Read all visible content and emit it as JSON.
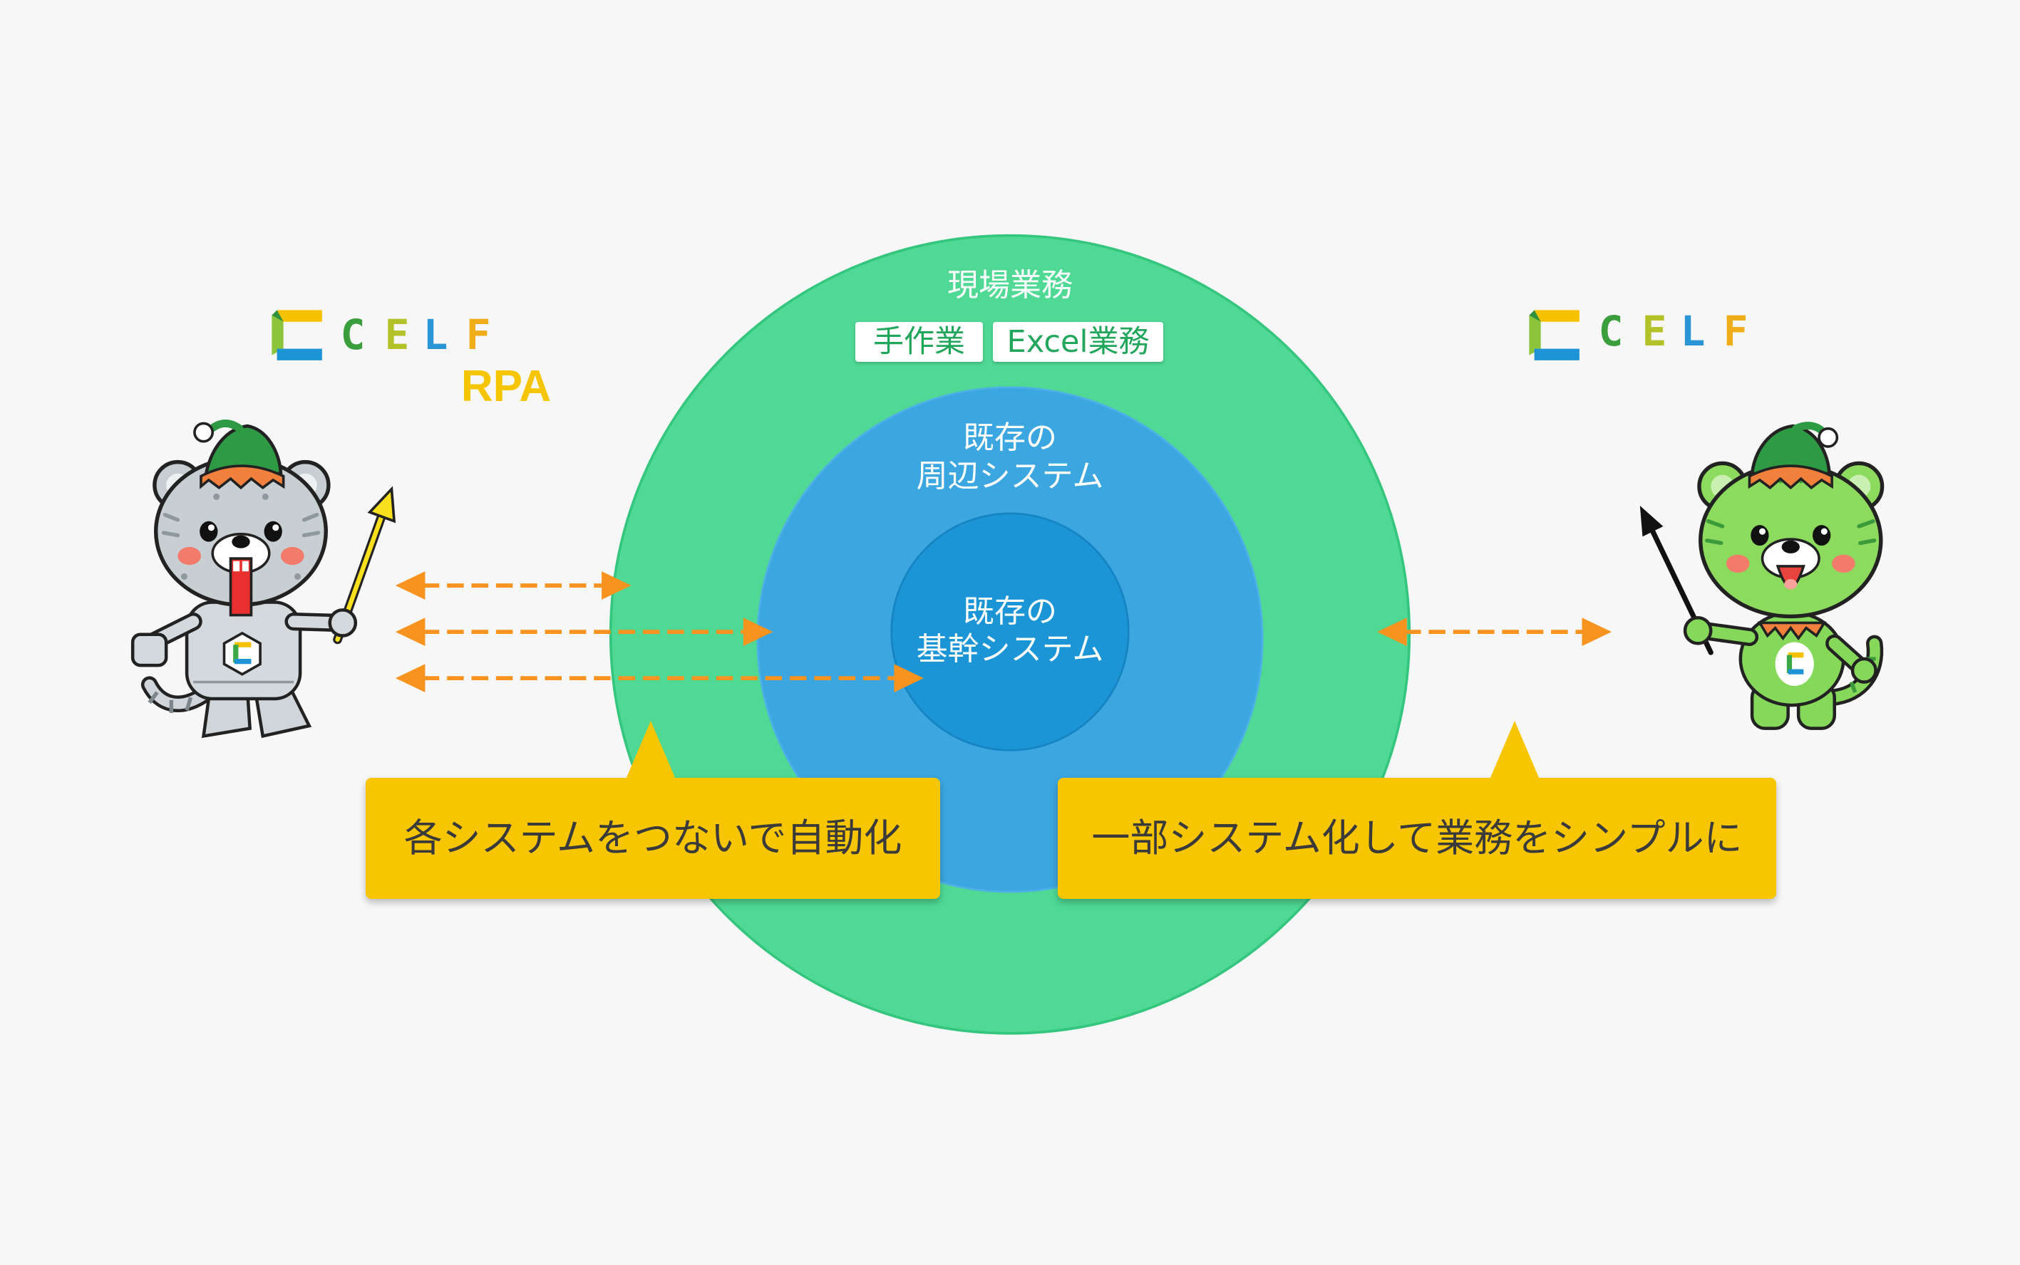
{
  "colors": {
    "background": "#f7f7f7",
    "outer_circle": "#4fd994",
    "middle_circle": "#3ca6e0",
    "inner_circle": "#1c95d7",
    "callout": "#f8c600",
    "arrow": "#f7931e",
    "rpa_text": "#f5c500",
    "tag_text": "#22a65b",
    "logo_c": "#3a9e3c",
    "logo_e": "#b3c229",
    "logo_l": "#2a95d4",
    "logo_f": "#f0ad1a"
  },
  "circles": {
    "outer": {
      "title": "現場業務",
      "tags": [
        "手作業",
        "Excel業務"
      ]
    },
    "middle": {
      "lines": [
        "既存の",
        "周辺システム"
      ]
    },
    "inner": {
      "lines": [
        "既存の",
        "基幹システム"
      ]
    }
  },
  "left_panel": {
    "logo": {
      "letters": [
        "C",
        "E",
        "L",
        "F"
      ],
      "suffix": "RPA"
    },
    "callout": "各システムをつないで自動化"
  },
  "right_panel": {
    "logo": {
      "letters": [
        "C",
        "E",
        "L",
        "F"
      ]
    },
    "callout": "一部システム化して業務をシンプルに"
  }
}
